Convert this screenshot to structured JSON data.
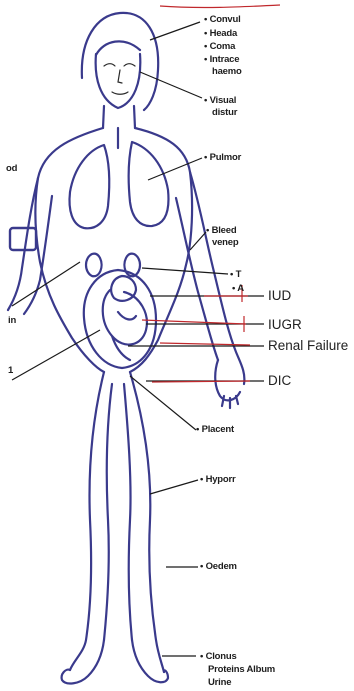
{
  "printed_labels": {
    "convulsions": "• Convul",
    "headache": "• Heada",
    "coma": "• Coma",
    "intracranial_line1": "• Intrace",
    "intracranial_line2": "haemo",
    "visual_line1": "• Visual",
    "visual_line2": "distur",
    "pulmonary": "• Pulmor",
    "bleeding_line1": "• Bleed",
    "bleeding_line2": "venep",
    "placenta": "• Placent",
    "hyperreflexia": "• Hyporr",
    "oedema": "• Oedem",
    "clonus": "• Clonus",
    "proteins": "Proteins Album",
    "urine": "Urine",
    "left_fragment_1": "od",
    "left_fragment_2": "in",
    "left_fragment_3": "1",
    "t_fragment": "• T",
    "a_fragment": "• A"
  },
  "added_labels": {
    "iud": "IUD",
    "iugr": "IUGR",
    "renal_failure": "Renal Failure",
    "dic": "DIC"
  },
  "colors": {
    "outline": "#3a3a8c",
    "pointer": "#1a1a1a",
    "added_line": "#c0282c",
    "text": "#1e1e1e"
  }
}
